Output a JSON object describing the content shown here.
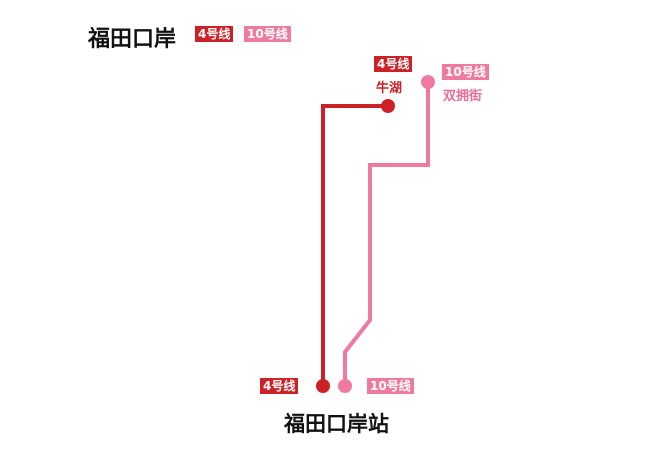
{
  "title": "福田口岸",
  "legend": [
    {
      "label": "4号线",
      "color": "#cc2127"
    },
    {
      "label": "10号线",
      "color": "#ee7aa0"
    }
  ],
  "lines": {
    "line4": {
      "label": "4号线",
      "color": "#cc2127"
    },
    "line10": {
      "label": "10号线",
      "color": "#ee7aa0"
    }
  },
  "stations": {
    "line4_next": "牛湖",
    "line10_next": "双拥街",
    "destination": "福田口岸站"
  },
  "colors": {
    "line4_text": "#cc2127",
    "line10_text": "#e57098"
  }
}
